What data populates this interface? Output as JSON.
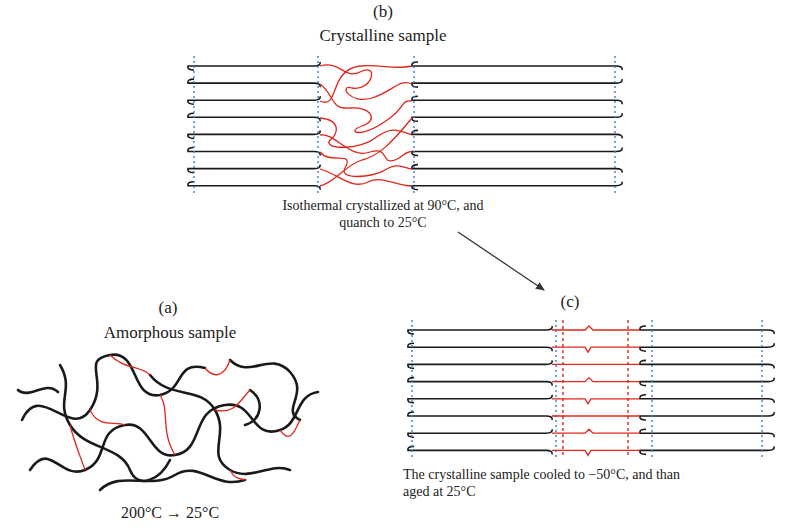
{
  "diagram": {
    "labels": [
      "(b)",
      "Crystalline sample",
      "Isothermal crystallized at 90°C, and quanch to 25°C",
      "(a)",
      "Amorphous sample",
      "200°C → 25°C",
      "(c)",
      "The crystalline sample cooled to −50°C, and than aged at 25°C"
    ]
  }
}
